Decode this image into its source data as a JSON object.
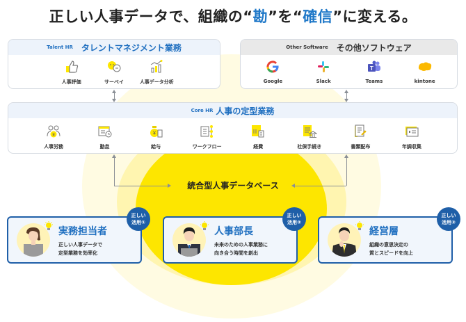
{
  "headline": {
    "part1": "正しい人事データで、組織の“",
    "highlight1": "勘",
    "part2": "”を“",
    "highlight2": "確信",
    "part3": "”に変える。"
  },
  "colors": {
    "accent_blue": "#1f6fc0",
    "card_border": "#1f5fa8",
    "core_yellow": "#fde600",
    "glow_yellow": "#fff5b0"
  },
  "talent_panel": {
    "en_label": "Talent HR",
    "jp_label": "タレントマネジメント業務",
    "items": [
      {
        "label": "人事評価",
        "icon": "thumbs-up-icon"
      },
      {
        "label": "サーベイ",
        "icon": "survey-chat-icon"
      },
      {
        "label": "人事データ分析",
        "icon": "bar-chart-icon"
      }
    ]
  },
  "other_panel": {
    "en_label": "Other Software",
    "jp_label": "その他ソフトウェア",
    "items": [
      {
        "label": "Google",
        "icon": "google-icon"
      },
      {
        "label": "Slack",
        "icon": "slack-icon"
      },
      {
        "label": "Teams",
        "icon": "teams-icon"
      },
      {
        "label": "kintone",
        "icon": "kintone-icon"
      }
    ]
  },
  "core_panel": {
    "en_label": "Core HR",
    "jp_label": "人事の定型業務",
    "items": [
      {
        "label": "人事労務",
        "icon": "people-icon"
      },
      {
        "label": "勤怠",
        "icon": "calendar-clock-icon"
      },
      {
        "label": "給与",
        "icon": "yen-bag-icon"
      },
      {
        "label": "ワークフロー",
        "icon": "workflow-icon"
      },
      {
        "label": "経費",
        "icon": "expense-receipt-icon"
      },
      {
        "label": "社保手続き",
        "icon": "social-insurance-icon"
      },
      {
        "label": "書類配布",
        "icon": "document-send-icon"
      },
      {
        "label": "年調収集",
        "icon": "year-end-card-icon"
      }
    ]
  },
  "database": {
    "label": "統合型人事データベース"
  },
  "cards": [
    {
      "title": "実務担当者",
      "desc_line1": "正しい人事データで",
      "desc_line2": "定型業務を効率化",
      "badge_line1": "正しい",
      "badge_line2": "活用①"
    },
    {
      "title": "人事部長",
      "desc_line1": "未来のための人事業務に",
      "desc_line2": "向き合う時間を創出",
      "badge_line1": "正しい",
      "badge_line2": "活用②"
    },
    {
      "title": "経営層",
      "desc_line1": "組織の意思決定の",
      "desc_line2": "質とスピードを向上",
      "badge_line1": "正しい",
      "badge_line2": "活用③"
    }
  ]
}
